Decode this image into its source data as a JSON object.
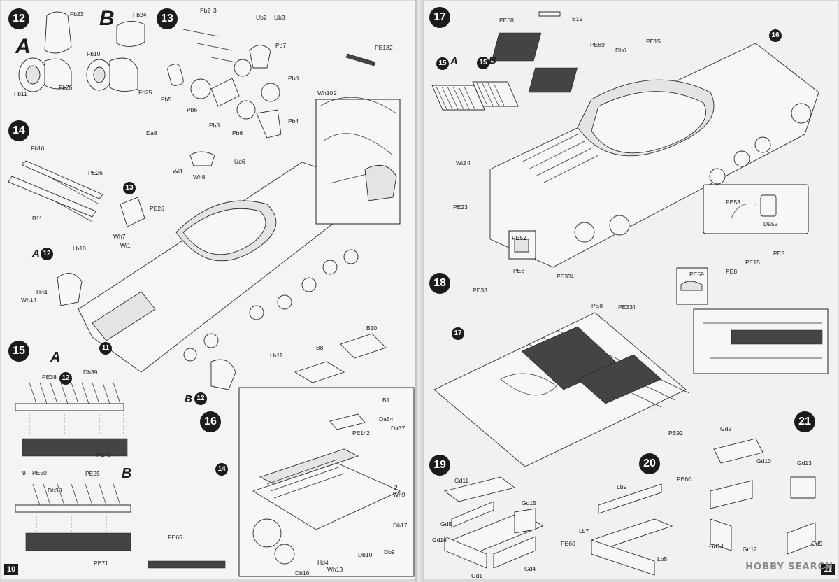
{
  "pages": {
    "left_number": "10",
    "right_number": "11"
  },
  "watermark": "HOBBY SEARCH",
  "steps": {
    "s12": "12",
    "s13": "13",
    "s14": "14",
    "s15": "15",
    "s16": "16",
    "s17": "17",
    "s18": "18",
    "s19": "19",
    "s20": "20",
    "s21": "21"
  },
  "sub_refs": {
    "r13": "13",
    "r12a": "12",
    "r12b": "12",
    "r11": "11",
    "r14": "14",
    "r16": "16",
    "r15a": "15",
    "r15b": "15",
    "r17": "17",
    "rx12": "12"
  },
  "variants": {
    "A": "A",
    "B": "B"
  },
  "labels": {
    "step12": [
      "Fb23",
      "Fb10",
      "Fb11",
      "Fb26",
      "Fb24",
      "Fb25"
    ],
    "step13": [
      "Pb2",
      "3",
      "Ub2",
      "Ub3",
      "Pb7",
      "Pb8",
      "Pb5",
      "Pb6",
      "Pb3",
      "Pb6",
      "Pb4"
    ],
    "step14": [
      "Fb16",
      "B11",
      "Da8",
      "PE26",
      "PE26",
      "Wi1",
      "Wh8",
      "Ud6",
      "Wh7",
      "Wi1",
      "Lb10",
      "Hd4",
      "Wh14",
      "Lb11",
      "PE18",
      "2",
      "Wh10",
      "2"
    ],
    "step15": [
      "PE38",
      "Db39",
      "PE70",
      "PE50",
      "Db38",
      "PE25",
      "PE71",
      "9"
    ],
    "step16": [
      "B10",
      "B8",
      "B1",
      "Da54",
      "Da37",
      "PE14",
      "2",
      "Wh9",
      "Db17",
      "Db10",
      "Db9",
      "Hd4",
      "Wh13",
      "Db16",
      "PE65",
      "2"
    ],
    "step17": [
      "B19",
      "PE68",
      "PE69",
      "Db6",
      "PE15",
      "Wi2",
      "4",
      "PE23",
      "PE52",
      "PE53",
      "Da52"
    ],
    "step18": [
      "PE8",
      "PE33",
      "PE33",
      "4",
      "PE8",
      "PE33",
      "4",
      "PE59",
      "PE8",
      "PE15",
      "PE8",
      "PE92"
    ],
    "step19": [
      "Gd11",
      "Gd5",
      "Gd16",
      "Gd15",
      "Gd4",
      "Gd1"
    ],
    "step20": [
      "Lb9",
      "PE60",
      "Lb7",
      "PE60",
      "Lb5"
    ],
    "step21": [
      "Gd2",
      "Gd10",
      "Gd13",
      "Gd14",
      "Gd12",
      "Gd9"
    ]
  },
  "colors": {
    "page": "#f4f4f2",
    "ink": "#1a1a1a",
    "step_badge": "#1b1b1b",
    "etch_dark": "#444444"
  }
}
